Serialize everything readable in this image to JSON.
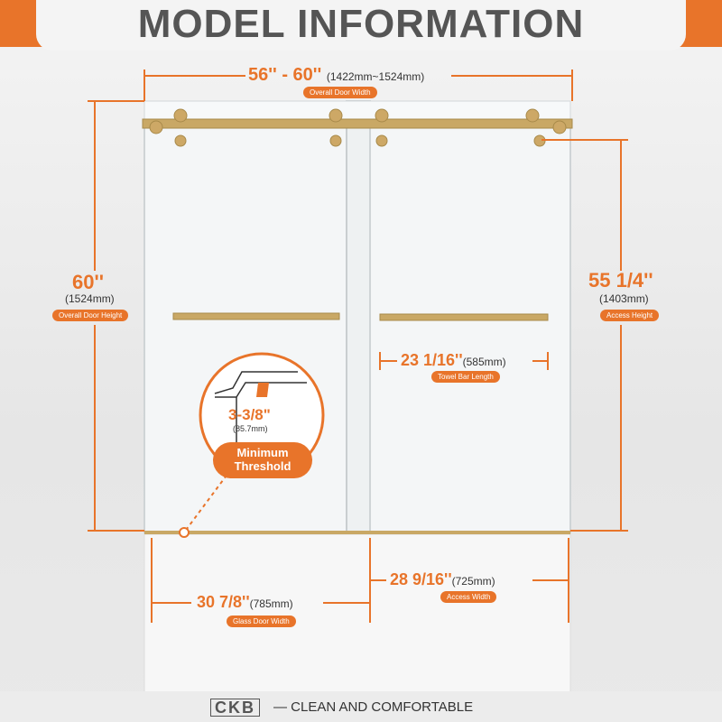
{
  "title": "MODEL INFORMATION",
  "colors": {
    "accent": "#e8742a",
    "hardware": "#c9a865",
    "glass": "#f4f6f7"
  },
  "overall_width": {
    "value": "56'' - 60''",
    "mm": "(1422mm~1524mm)",
    "label": "Overall Door Width"
  },
  "overall_height": {
    "value": "60''",
    "mm": "(1524mm)",
    "label": "Overall Door Height"
  },
  "access_height": {
    "value": "55 1/4''",
    "mm": "(1403mm)",
    "label": "Access Height"
  },
  "towel_bar": {
    "value": "23 1/16''",
    "mm": "(585mm)",
    "label": "Towel Bar Length"
  },
  "threshold": {
    "value": "3-3/8\"",
    "mm": "(85.7mm)",
    "label_line1": "Minimum",
    "label_line2": "Threshold"
  },
  "glass_door_width": {
    "value": "30 7/8''",
    "mm": "(785mm)",
    "label": "Glass Door Width"
  },
  "access_width": {
    "value": "28 9/16''",
    "mm": "(725mm)",
    "label": "Access Width"
  },
  "footer": {
    "logo": "CKB",
    "tagline": "— CLEAN AND COMFORTABLE"
  }
}
